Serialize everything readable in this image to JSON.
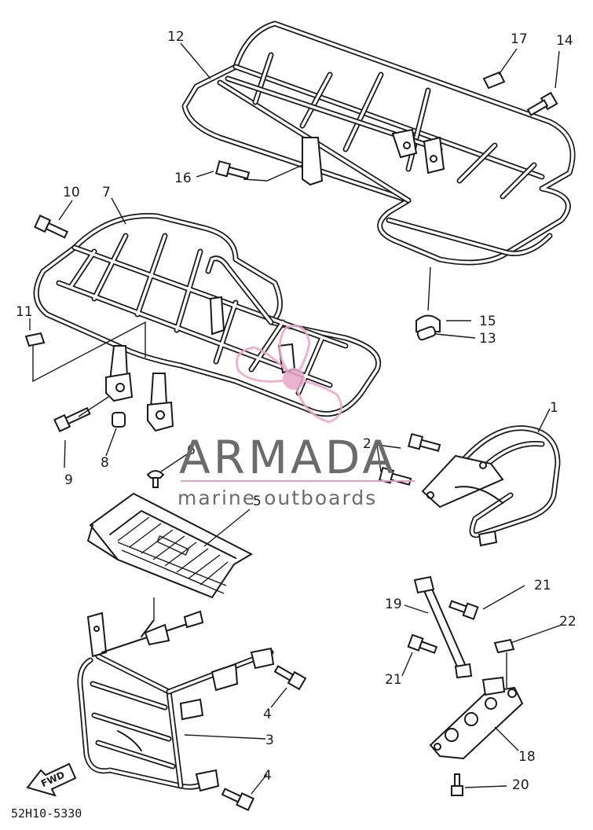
{
  "diagram": {
    "part_numbers": [
      "1",
      "2",
      "3",
      "4",
      "4",
      "5",
      "6",
      "7",
      "8",
      "9",
      "10",
      "11",
      "12",
      "13",
      "14",
      "15",
      "16",
      "17",
      "18",
      "19",
      "20",
      "21",
      "21",
      "22"
    ],
    "drawing_code": "52H10-5330",
    "direction_label": "FWD"
  },
  "watermark": {
    "brand": "ARMADA",
    "tagline": "marine outboards",
    "accent_color": "#e8a6c8",
    "line_color": "#e89bbf",
    "text_color": "#6b6b6b"
  }
}
